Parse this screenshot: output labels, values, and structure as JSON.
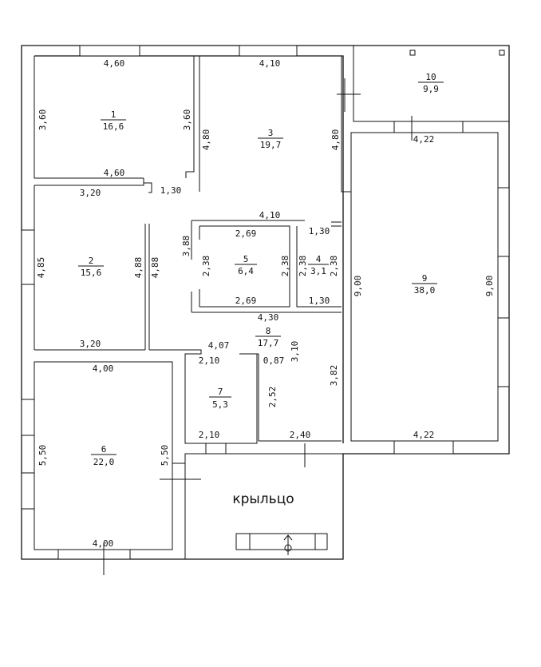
{
  "rooms": [
    {
      "number": "1",
      "area": "16,6"
    },
    {
      "number": "2",
      "area": "15,6"
    },
    {
      "number": "3",
      "area": "19,7"
    },
    {
      "number": "4",
      "area": "3,1"
    },
    {
      "number": "5",
      "area": "6,4"
    },
    {
      "number": "6",
      "area": "22,0"
    },
    {
      "number": "7",
      "area": "5,3"
    },
    {
      "number": "8",
      "area": "17,7"
    },
    {
      "number": "9",
      "area": "38,0"
    },
    {
      "number": "10",
      "area": "9,9"
    }
  ],
  "porch_label": "крыльцо",
  "dimensions": {
    "r1_top": "4,60",
    "r1_bottom": "4,60",
    "r1_left": "3,60",
    "r1_right": "3,60",
    "r3_top": "4,10",
    "r3_left": "4,80",
    "r3_right": "4,80",
    "r2_top": "3,20",
    "r2_bottom": "3,20",
    "r2_left": "4,85",
    "r2_right": "4,88",
    "corridor": "1,30",
    "r5_outer": "4,10",
    "r5_top": "2,69",
    "r5_bottom": "2,69",
    "r5_left": "2,38",
    "r5_right": "2,38",
    "r5_vert": "3,88",
    "r5_inner": "4,88",
    "r4_top": "1,30",
    "r4_bottom": "1,30",
    "r4_left": "2,38",
    "r4_right": "2,38",
    "r8_top": "4,30",
    "r8_left": "4,07",
    "r8_small": "0,87",
    "r8_diag": "3,10",
    "r8_right": "3,82",
    "r8_mid": "2,52",
    "r8_bottom": "2,40",
    "r7_top": "2,10",
    "r7_bottom": "2,10",
    "r6_top": "4,00",
    "r6_bottom": "4,00",
    "r6_left": "5,50",
    "r6_right": "5,50",
    "r9_top": "4,22",
    "r9_bottom": "4,22",
    "r9_left": "9,00",
    "r9_right": "9,00"
  }
}
